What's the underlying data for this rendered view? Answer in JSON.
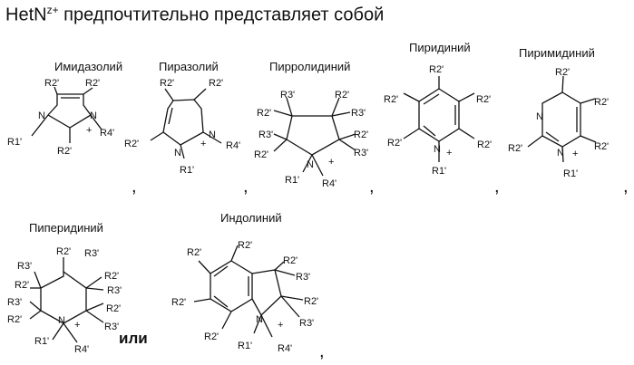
{
  "header": {
    "prefix": "HetN",
    "charge": "z+",
    "rest": " предпочтительно представляет собой"
  },
  "structures": {
    "imidazolium": "Имидазолий",
    "pyrazolium": "Пиразолий",
    "pyrrolidinium": "Пирролидиний",
    "pyridinium": "Пиридиний",
    "pyrimidinium": "Пиримидиний",
    "piperidinium": "Пиперидиний",
    "indolinium": "Индолиний"
  },
  "conjunction": "или",
  "separator": ",",
  "atoms": {
    "N": "N",
    "plus": "+",
    "R1": "R1'",
    "R2": "R2'",
    "R3": "R3'",
    "R4": "R4'"
  }
}
